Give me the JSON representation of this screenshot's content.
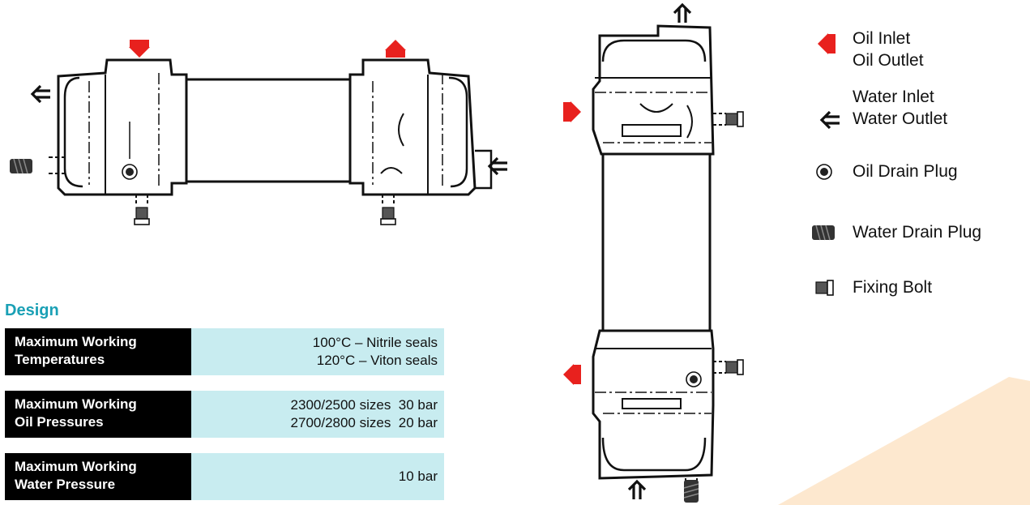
{
  "colors": {
    "oil": "#e8211e",
    "water": "#111111",
    "table_label_bg": "#000000",
    "table_value_bg": "#c8ecf0",
    "heading": "#1aa0b5",
    "accent_wedge": "#fde8cf"
  },
  "design": {
    "title": "Design",
    "rows": [
      {
        "label_1": "Maximum Working",
        "label_2": "Temperatures",
        "value_1": "100°C – Nitrile seals",
        "value_2": "120°C – Viton seals"
      },
      {
        "label_1": "Maximum Working",
        "label_2": "Oil Pressures",
        "value_1": "2300/2500 sizes  30 bar",
        "value_2": "2700/2800 sizes  20 bar"
      },
      {
        "label_1": "Maximum Working",
        "label_2": "Water Pressure",
        "value_1": "10 bar"
      }
    ]
  },
  "legend": {
    "oil_inlet": "Oil Inlet",
    "oil_outlet": "Oil Outlet",
    "water_inlet": "Water Inlet",
    "water_outlet": "Water Outlet",
    "oil_drain_plug": "Oil Drain Plug",
    "water_drain_plug": "Water Drain Plug",
    "fixing_bolt": "Fixing Bolt"
  },
  "icons": {
    "oil_arrow": "red-arrow-icon",
    "water_arrow": "outline-arrow-icon",
    "oil_drain": "oil-drain-plug-icon",
    "water_drain": "water-drain-plug-icon",
    "bolt": "fixing-bolt-icon"
  }
}
